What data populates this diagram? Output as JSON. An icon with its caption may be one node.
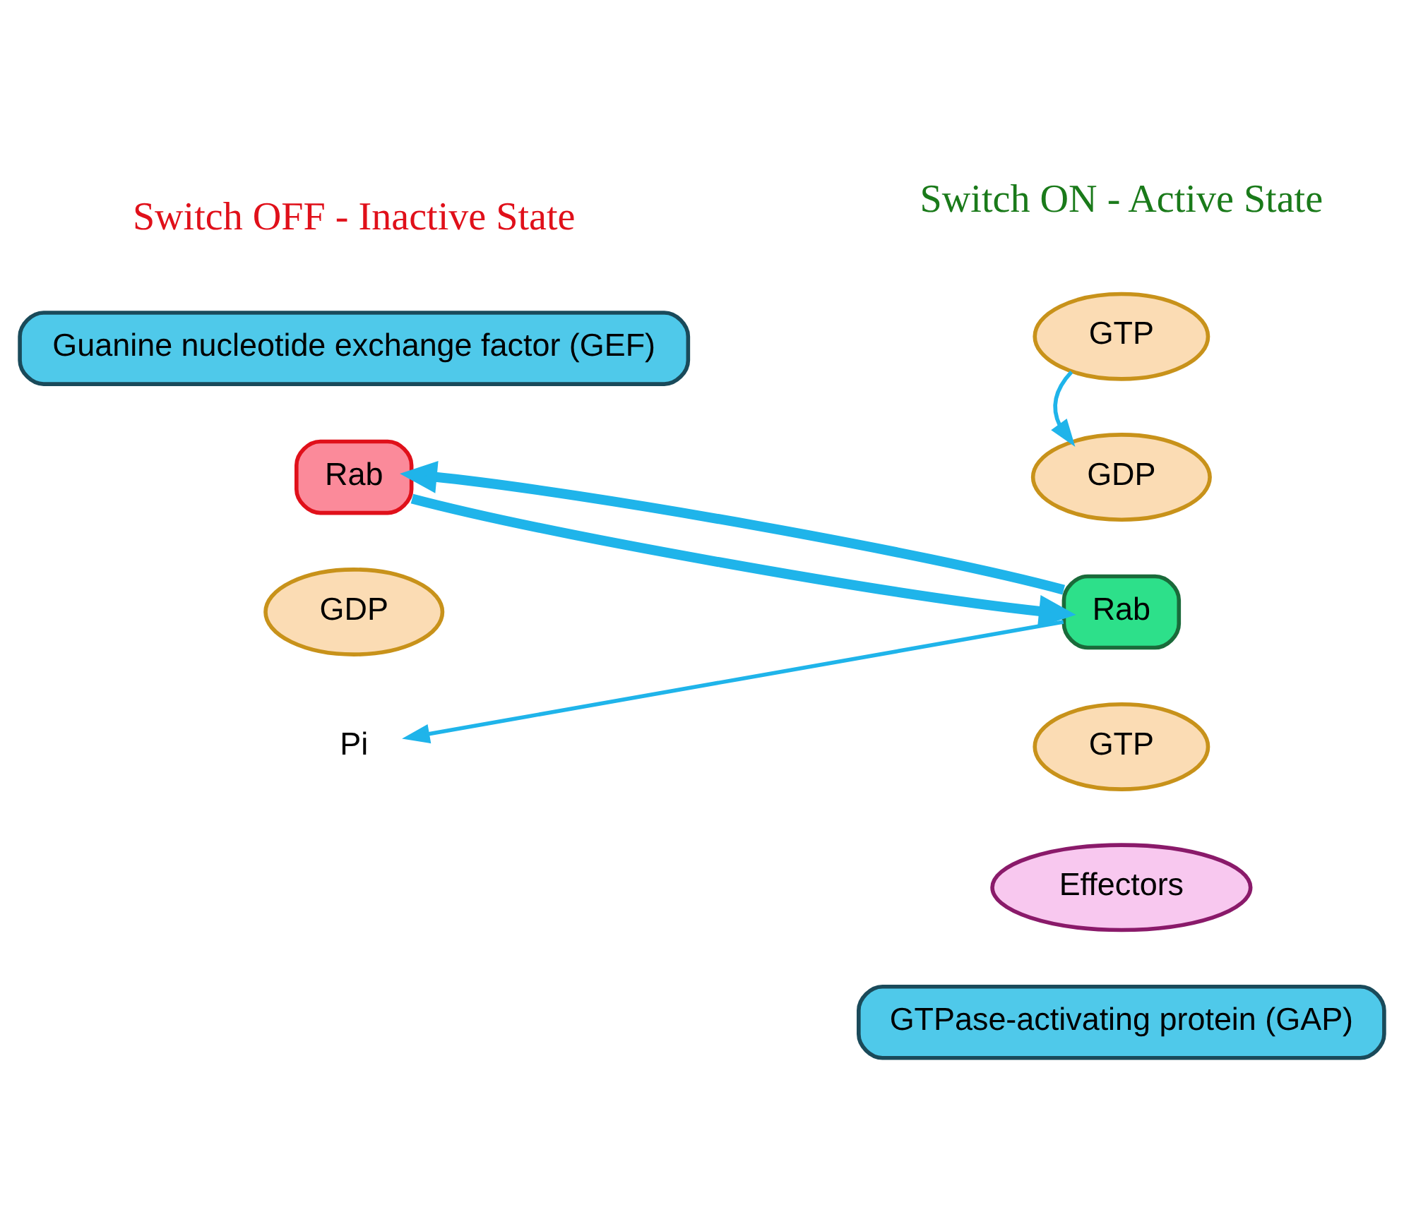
{
  "diagram": {
    "nodes": [
      {
        "text": [
          "Guanine nucleotide exchange factor (GEF)"
        ]
      },
      {
        "text": [
          "GTP"
        ]
      },
      {
        "text": [
          "GDP"
        ]
      },
      {
        "text": [
          "Rab"
        ]
      },
      {
        "text": [
          "GDP"
        ]
      },
      {
        "text": [
          "Rab"
        ]
      },
      {
        "text": [
          "GTP"
        ]
      },
      {
        "text": [
          "Effectors"
        ]
      },
      {
        "text": [
          "Pi"
        ]
      },
      {
        "text": [
          "GTPase-activating protein (GAP)"
        ]
      }
    ],
    "edges": [
      {
        "from": 3,
        "to": 5,
        "arrow": "to",
        "style": "thick"
      },
      {
        "from": 1,
        "to": 2,
        "arrow": "to"
      },
      {
        "from": 5,
        "to": 3,
        "arrow": "to",
        "style": "thick"
      },
      {
        "from": 5,
        "to": 8,
        "arrow": "to"
      }
    ],
    "labels": [
      "Switch OFF - Inactive State",
      "Switch ON - Active State"
    ]
  }
}
